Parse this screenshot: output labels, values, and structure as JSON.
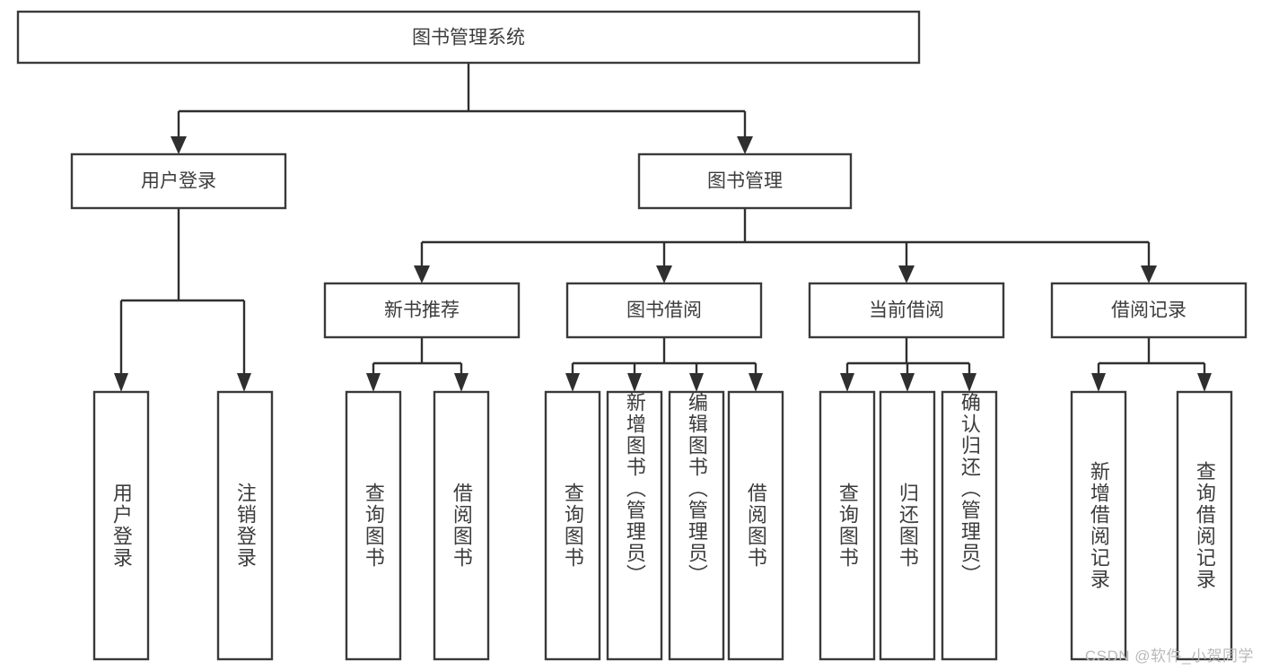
{
  "diagram": {
    "type": "tree-hierarchy",
    "title": "图书管理系统",
    "background_color": "#ffffff",
    "box_border_color": "#3a3a3a",
    "connector_color": "#2f2f2f",
    "text_color": "#3c3c3c"
  },
  "nodes": {
    "root": {
      "label": "图书管理系统"
    },
    "level2": [
      {
        "label": "用户登录"
      },
      {
        "label": "图书管理"
      }
    ],
    "level3": [
      {
        "label": "新书推荐"
      },
      {
        "label": "图书借阅"
      },
      {
        "label": "当前借阅"
      },
      {
        "label": "借阅记录"
      }
    ],
    "leaves": {
      "user_login": [
        {
          "label": "用户登录"
        },
        {
          "label": "注销登录"
        }
      ],
      "new_book_recommend": [
        {
          "label": "查询图书"
        },
        {
          "label": "借阅图书"
        }
      ],
      "book_borrow": [
        {
          "label": "查询图书"
        },
        {
          "label": "新增图书（管理员）"
        },
        {
          "label": "编辑图书（管理员）"
        },
        {
          "label": "借阅图书"
        }
      ],
      "current_borrow": [
        {
          "label": "查询图书"
        },
        {
          "label": "归还图书"
        },
        {
          "label": "确认归还（管理员）"
        }
      ],
      "borrow_record": [
        {
          "label": "新增借阅记录"
        },
        {
          "label": "查询借阅记录"
        }
      ]
    }
  },
  "watermark": {
    "text": "CSDN @软件_小贺同学"
  }
}
